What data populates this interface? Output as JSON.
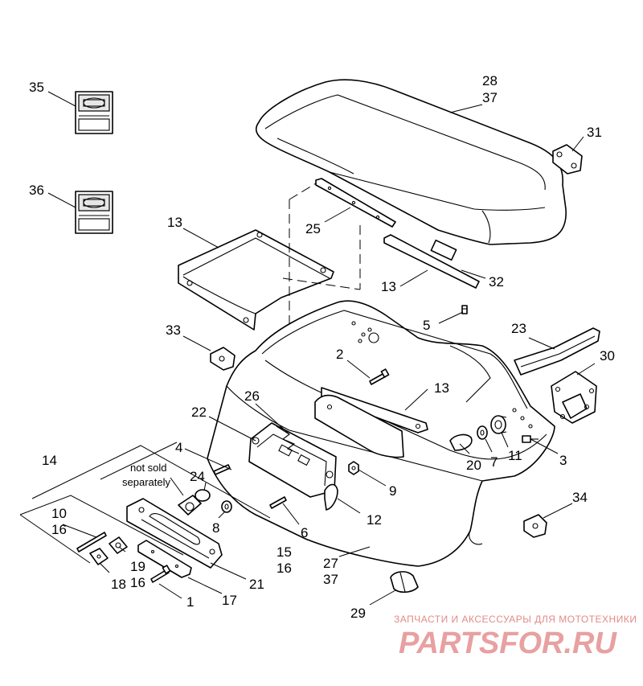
{
  "diagram": {
    "callouts": [
      {
        "id": "c35",
        "text": "35"
      },
      {
        "id": "c36",
        "text": "36"
      },
      {
        "id": "c28",
        "text": "28"
      },
      {
        "id": "c37a",
        "text": "37"
      },
      {
        "id": "c31",
        "text": "31"
      },
      {
        "id": "c13a",
        "text": "13"
      },
      {
        "id": "c25",
        "text": "25"
      },
      {
        "id": "c32",
        "text": "32"
      },
      {
        "id": "c13b",
        "text": "13"
      },
      {
        "id": "c5",
        "text": "5"
      },
      {
        "id": "c23",
        "text": "23"
      },
      {
        "id": "c33",
        "text": "33"
      },
      {
        "id": "c2",
        "text": "2"
      },
      {
        "id": "c30",
        "text": "30"
      },
      {
        "id": "c13c",
        "text": "13"
      },
      {
        "id": "c26",
        "text": "26"
      },
      {
        "id": "c22",
        "text": "22"
      },
      {
        "id": "c4",
        "text": "4"
      },
      {
        "id": "c14",
        "text": "14"
      },
      {
        "id": "c24",
        "text": "24"
      },
      {
        "id": "c20",
        "text": "20"
      },
      {
        "id": "c7",
        "text": "7"
      },
      {
        "id": "c11",
        "text": "11"
      },
      {
        "id": "c3",
        "text": "3"
      },
      {
        "id": "c9",
        "text": "9"
      },
      {
        "id": "c8",
        "text": "8"
      },
      {
        "id": "c12",
        "text": "12"
      },
      {
        "id": "c10",
        "text": "10"
      },
      {
        "id": "c16a",
        "text": "16"
      },
      {
        "id": "c6",
        "text": "6"
      },
      {
        "id": "c34",
        "text": "34"
      },
      {
        "id": "c15",
        "text": "15"
      },
      {
        "id": "c16b",
        "text": "16"
      },
      {
        "id": "c19",
        "text": "19"
      },
      {
        "id": "c27",
        "text": "27"
      },
      {
        "id": "c37b",
        "text": "37"
      },
      {
        "id": "c21",
        "text": "21"
      },
      {
        "id": "c18",
        "text": "18"
      },
      {
        "id": "c16c",
        "text": "16"
      },
      {
        "id": "c17",
        "text": "17"
      },
      {
        "id": "c1",
        "text": "1"
      },
      {
        "id": "c29",
        "text": "29"
      }
    ],
    "note_line1": "not sold",
    "note_line2": "separately"
  },
  "watermark": {
    "tagline": "ЗАПЧАСТИ И АКСЕССУАРЫ ДЛЯ МОТОТЕХНИКИ",
    "logo": "PARTSFOR.RU"
  }
}
